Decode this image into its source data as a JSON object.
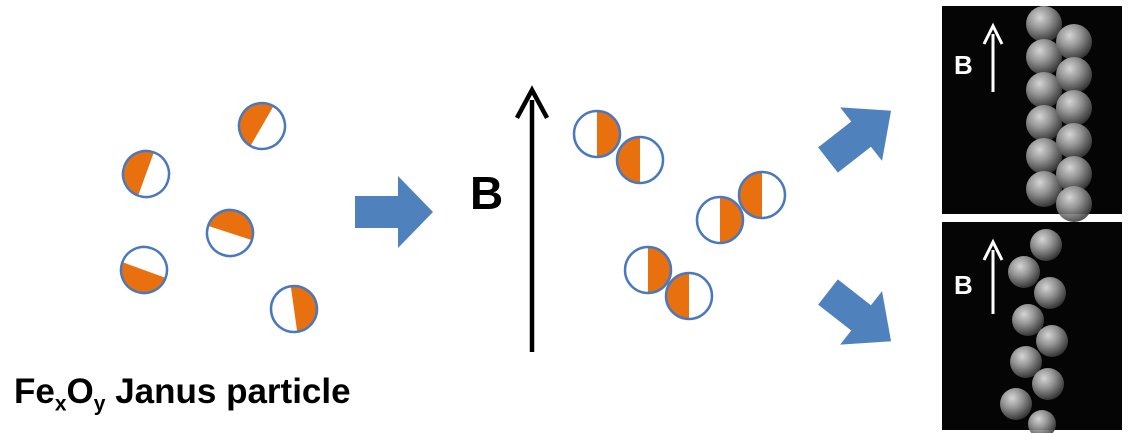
{
  "caption": {
    "main": "Fe",
    "sub1": "x",
    "mid": "O",
    "sub2": "y",
    "rest": " Janus particle"
  },
  "field_label": "B",
  "micrographs": [
    {
      "field_label": "B"
    },
    {
      "field_label": "B"
    }
  ],
  "colors": {
    "magnetic_half": "#E8700E",
    "particle_outline": "#4A78BE",
    "process_arrow": "#4F81BD",
    "field_arrow": "#000000",
    "micrograph_background": "#050505"
  }
}
